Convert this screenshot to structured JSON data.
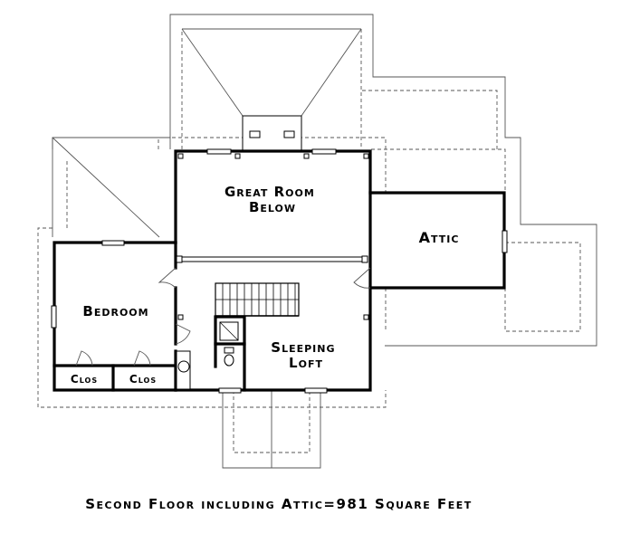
{
  "plan": {
    "rooms": {
      "great_room": [
        "Great Room",
        "Below"
      ],
      "attic": [
        "Attic"
      ],
      "bedroom": [
        "Bedroom"
      ],
      "sleeping_loft": [
        "Sleeping",
        "Loft"
      ],
      "closet_left": [
        "Clos"
      ],
      "closet_right": [
        "Clos"
      ]
    },
    "caption": "Second Floor including Attic=981 Square Feet"
  }
}
